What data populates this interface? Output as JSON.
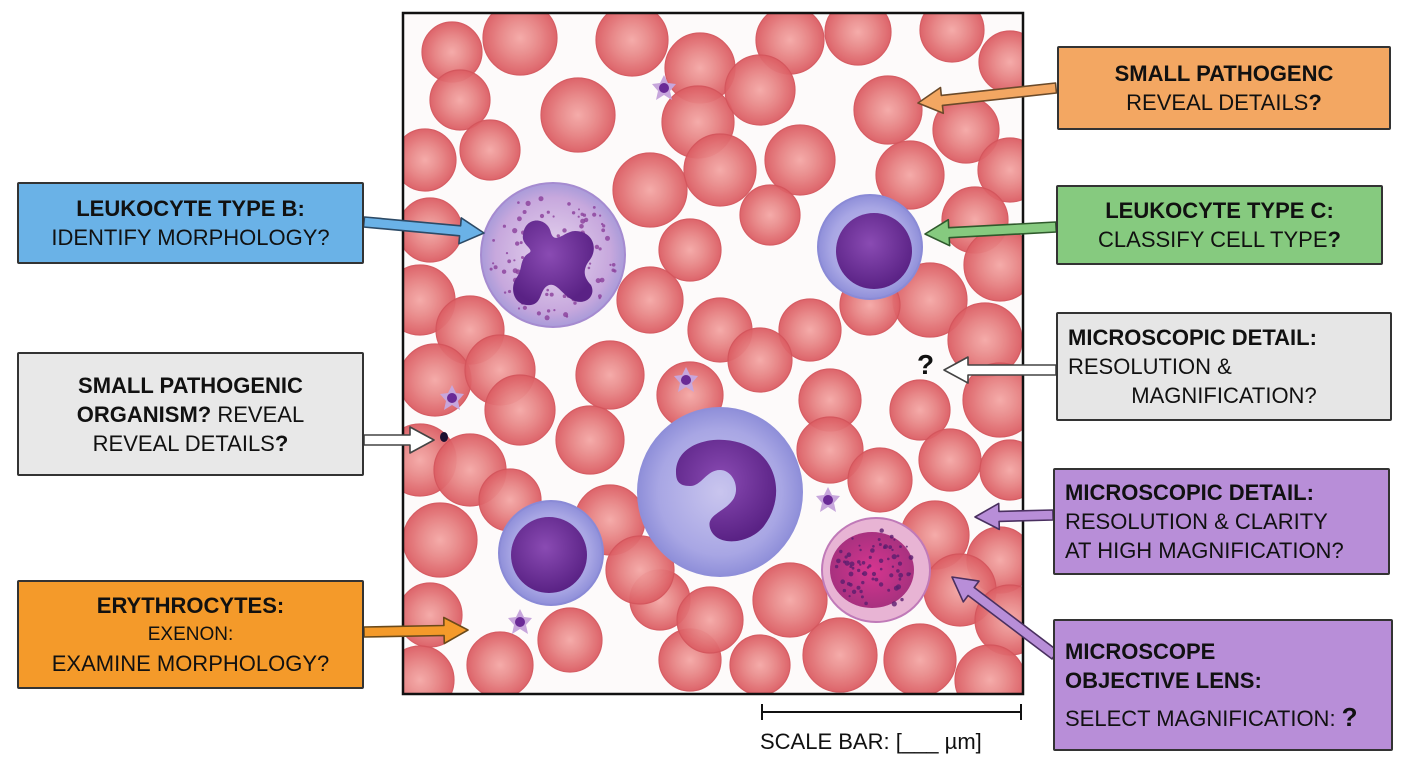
{
  "colors": {
    "rbc": "#e2676c",
    "rbc_center": "#f29a9a",
    "leuko_cyto": "#c9a6de",
    "nucleus": "#6b2c96",
    "orange": "#f3a762",
    "blue": "#6ab2e7",
    "green": "#86ca7f",
    "purple": "#b88ed8",
    "gray": "#e6e6e6"
  },
  "labels": {
    "small_pathogenc": {
      "line1": "SMALL PATHOGENC",
      "line2": "REVEAL DETAILS",
      "q": "?"
    },
    "leukocyte_b": {
      "line1": "LEUKOCYTE TYPE B:",
      "line2": "IDENTIFY MORPHOLOGY?"
    },
    "leukocyte_c": {
      "line1": "LEUKOCYTE TYPE C:",
      "line2": "CLASSIFY CELL TYPE",
      "q": "?"
    },
    "micro_detail_gray": {
      "line1": "MICROSCOPIC DETAIL:",
      "line2": "RESOLUTION &",
      "line3": "MAGNIFICATION?"
    },
    "small_organism": {
      "line1": "SMALL PATHOGENIC",
      "line2a": "ORGANISM?",
      "line2b": " REVEAL",
      "line3": "REVEAL DETAILS",
      "q": "?"
    },
    "micro_detail_purple": {
      "line1": "MICROSCOPIC DETAIL:",
      "line2": "RESOLUTION & CLARITY",
      "line3": "AT HIGH MAGNIFICATION?"
    },
    "erythrocytes": {
      "line1": "ERYTHROCYTES:",
      "line2": "EXENON:",
      "line3": "EXAMINE MORPHOLOGY?"
    },
    "objective_lens": {
      "line1": "MICROSCOPE",
      "line2": "OBJECTIVE LENS:",
      "line3": "SELECT MAGNIFICATION: ",
      "q": "?"
    },
    "lone_question": "?"
  },
  "scale_bar": {
    "text": "SCALE BAR: [___ µm]"
  }
}
